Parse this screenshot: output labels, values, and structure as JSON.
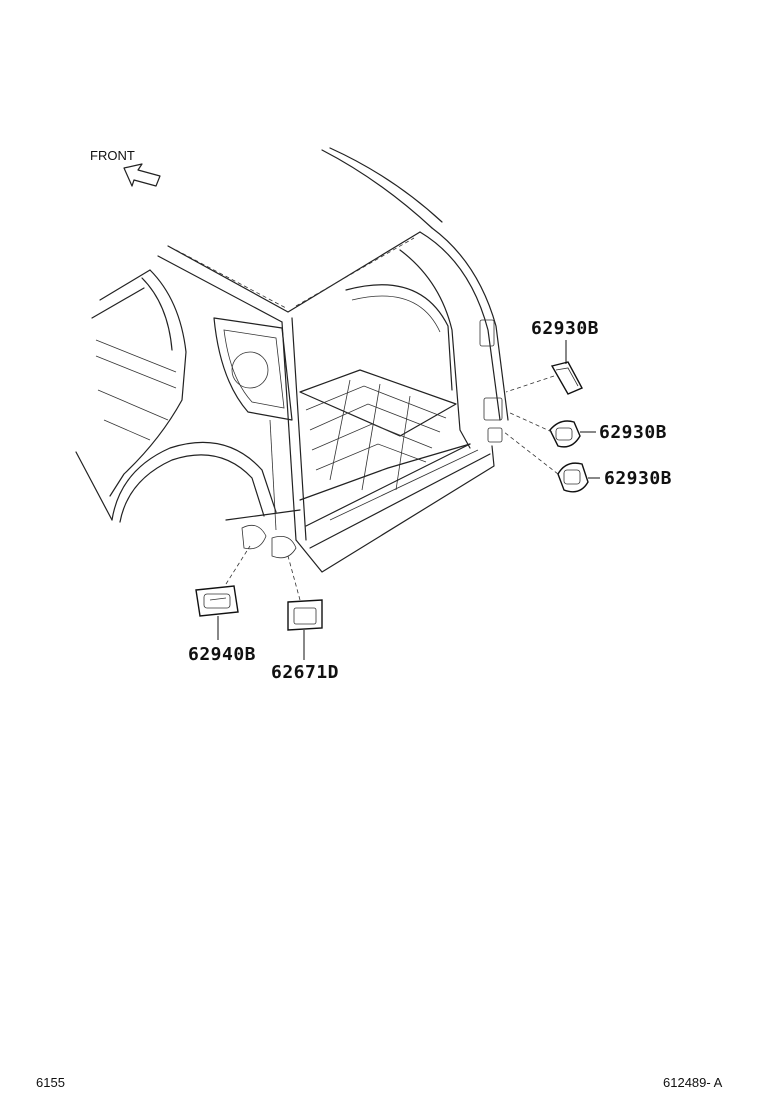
{
  "direction_label": "FRONT",
  "parts": [
    {
      "id": "p1",
      "label": "62930B"
    },
    {
      "id": "p2",
      "label": "62930B"
    },
    {
      "id": "p3",
      "label": "62930B"
    },
    {
      "id": "p4",
      "label": "62940B"
    },
    {
      "id": "p5",
      "label": "62671D"
    }
  ],
  "footer": {
    "left": "6155",
    "right": "612489- A"
  }
}
